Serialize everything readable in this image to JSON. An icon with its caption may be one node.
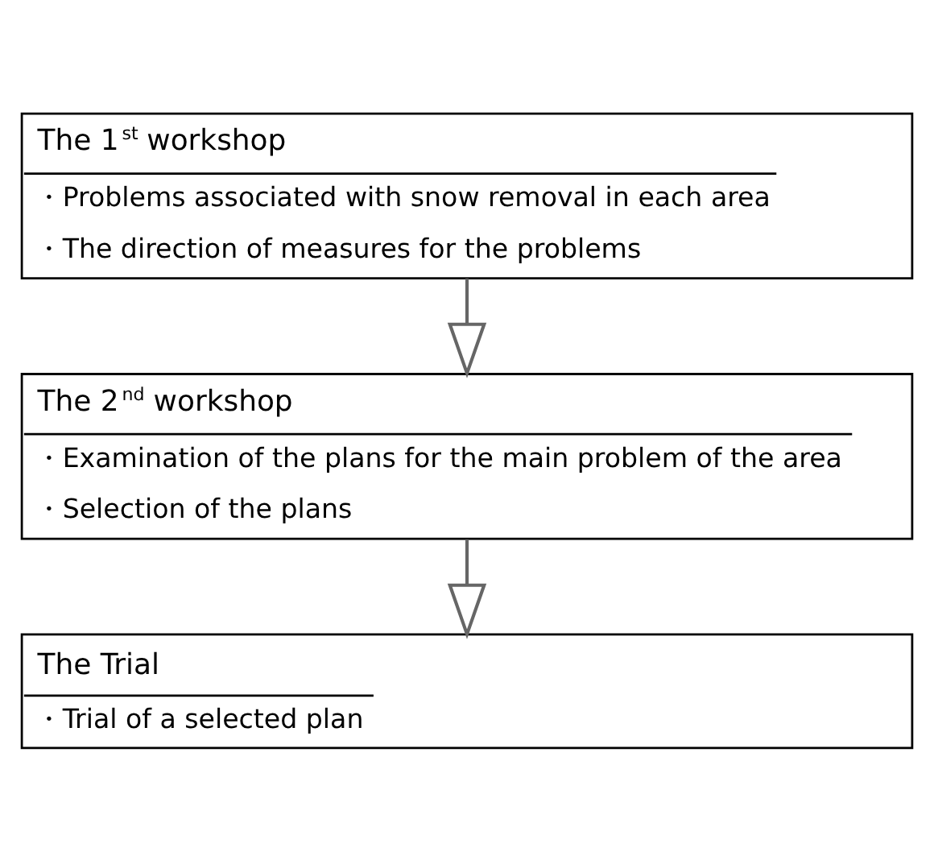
{
  "diagram": {
    "nodes": [
      {
        "text": [
          "The 1$^{st}$ workshop",
          "・Problems associated with snow removal in each area",
          "・The direction of measures for the problems"
        ]
      },
      {
        "text": [
          "The 2$^{nd}$ workshop",
          "・Examination of the plans for the main problem of the area",
          "・Selection of the plans"
        ]
      },
      {
        "text": [
          "The Trial",
          "・Trial of a selected plan"
        ]
      }
    ],
    "edges": [
      {
        "from": 0,
        "to": 1,
        "arrow": "to"
      },
      {
        "from": 1,
        "to": 2,
        "arrow": "to"
      }
    ]
  }
}
